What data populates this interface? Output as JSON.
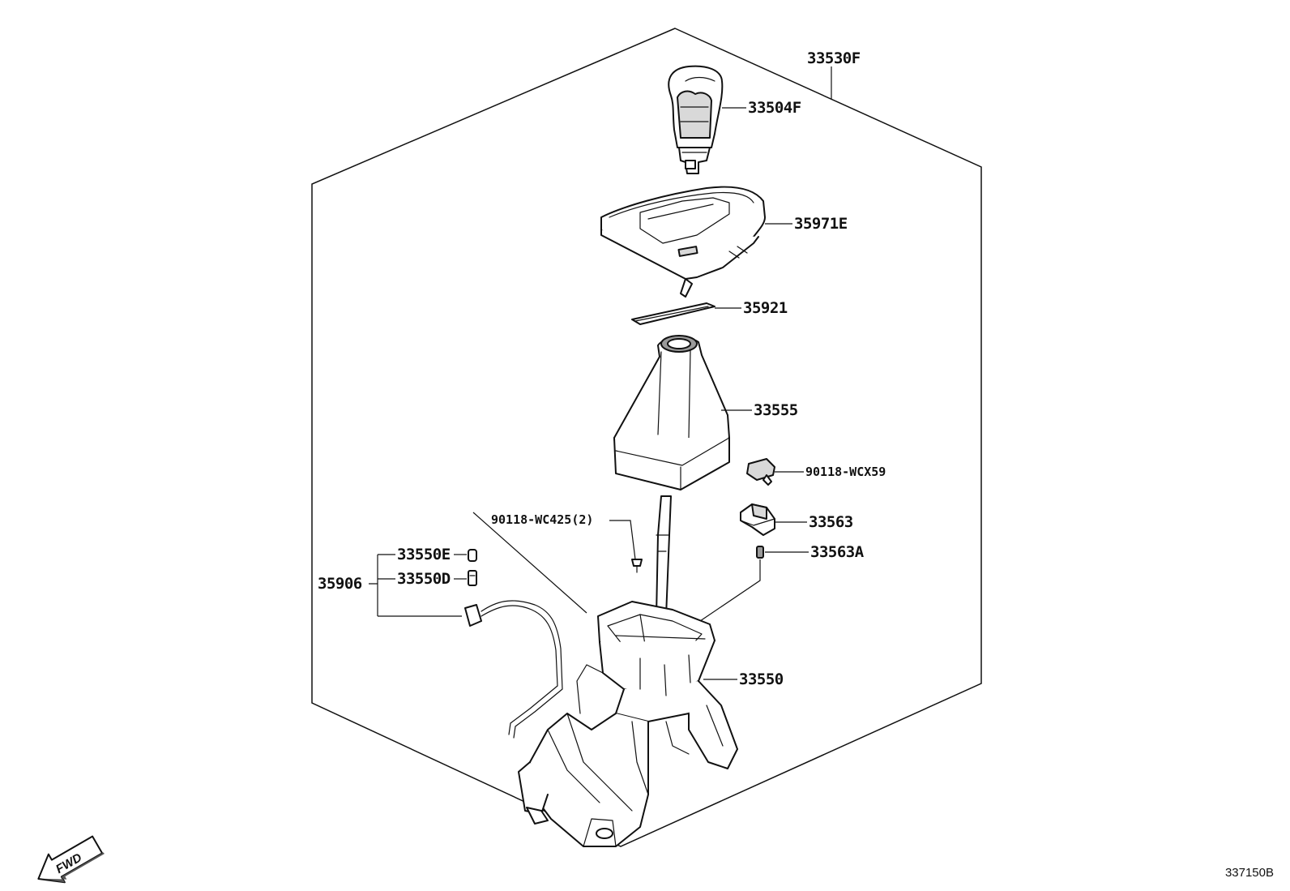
{
  "callouts": {
    "assembly": "33530F",
    "knob": "33504F",
    "bezel": "35971E",
    "plate": "35921",
    "boot": "33555",
    "clip": "90118-WCX59",
    "screw": "90118-WC425(2)",
    "switch": "33563",
    "bulb_socket": "33563A",
    "bulb_e": "33550E",
    "bulb_d": "33550D",
    "wire": "35906",
    "shifter": "33550"
  },
  "fwd_arrow": {
    "text": "FWD",
    "icon": "forward-arrow-icon"
  },
  "diagram_id": "337150B"
}
